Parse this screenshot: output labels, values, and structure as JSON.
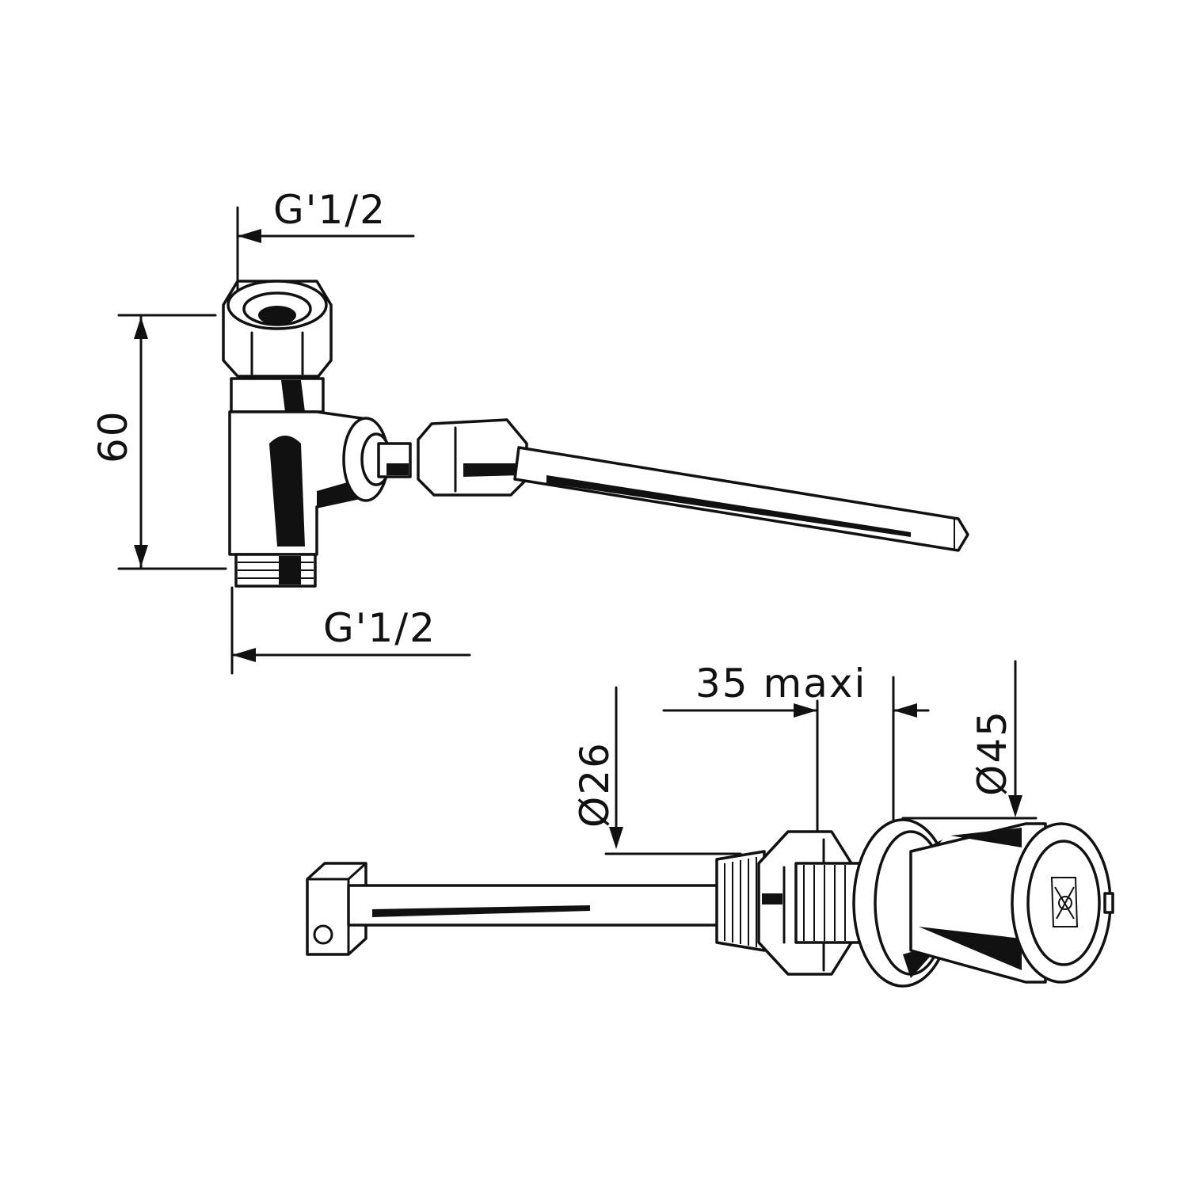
{
  "dimensions": {
    "top_thread": "G'1/2",
    "bottom_thread": "G'1/2",
    "height": "60",
    "max_wall": "35 maxi",
    "small_diameter": "Ø26",
    "large_diameter": "Ø45"
  },
  "colors": {
    "ink": "#111111",
    "paper": "#ffffff"
  }
}
